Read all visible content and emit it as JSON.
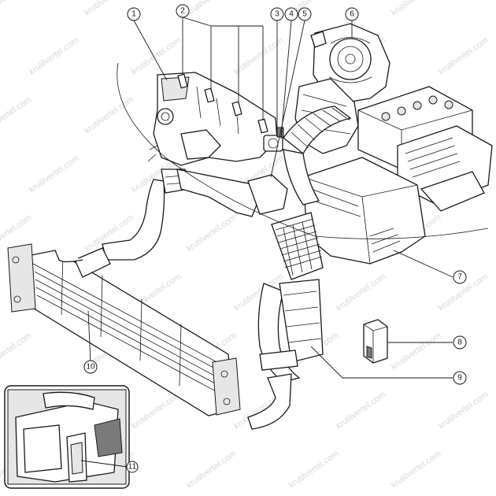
{
  "watermark": "krutilvertel.com",
  "callouts": [
    {
      "label": "1"
    },
    {
      "label": "2"
    },
    {
      "label": "3"
    },
    {
      "label": "4"
    },
    {
      "label": "5"
    },
    {
      "label": "6"
    },
    {
      "label": "7"
    },
    {
      "label": "8"
    },
    {
      "label": "9"
    },
    {
      "label": "10"
    },
    {
      "label": "11"
    }
  ]
}
